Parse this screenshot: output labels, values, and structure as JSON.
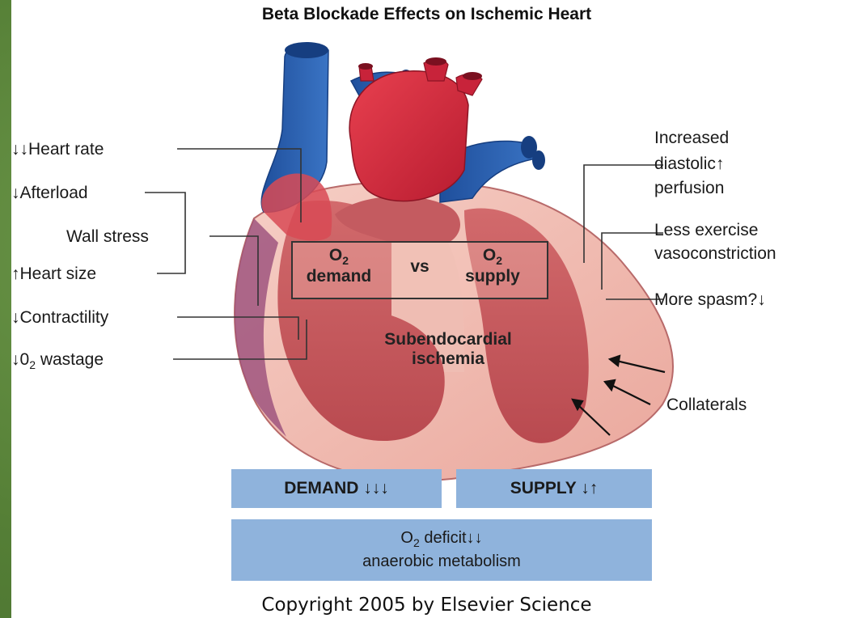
{
  "title": "Beta Blockade Effects on Ischemic Heart",
  "left_labels": {
    "heart_rate": "↓↓Heart rate",
    "afterload": "↓Afterload",
    "wall_stress": "Wall stress",
    "heart_size": "↑Heart size",
    "contractility": "↓Contractility",
    "o2_wastage_prefix": "↓0",
    "o2_wastage_sub": "2",
    "o2_wastage_suffix": " wastage"
  },
  "right_labels": {
    "diastolic_line1": "Increased",
    "diastolic_line2": "diastolic↑",
    "diastolic_line3": "perfusion",
    "exercise_line1": "Less exercise",
    "exercise_line2": "vasoconstriction",
    "spasm": "More spasm?↓",
    "collaterals": "Collaterals"
  },
  "center": {
    "o2_left_symbol": "O",
    "o2_left_sub": "2",
    "o2_left_word": "demand",
    "vs": "vs",
    "o2_right_symbol": "O",
    "o2_right_sub": "2",
    "o2_right_word": "supply",
    "ischemia_line1": "Subendocardial",
    "ischemia_line2": "ischemia"
  },
  "boxes": {
    "demand": "DEMAND ↓↓↓",
    "supply": "SUPPLY ↓↑",
    "deficit_prefix": "O",
    "deficit_sub": "2",
    "deficit_suffix": " deficit↓↓",
    "deficit_line2": "anaerobic metabolism"
  },
  "copyright": "Copyright 2005 by Elsevier Science",
  "colors": {
    "background_green": "#5e8a3e",
    "box_blue": "#8fb3dc",
    "vein_blue": "#2f62b0",
    "artery_red": "#d6283c",
    "myocardium_pink": "#f2b6ad",
    "chamber_pink": "#c75a5e"
  }
}
